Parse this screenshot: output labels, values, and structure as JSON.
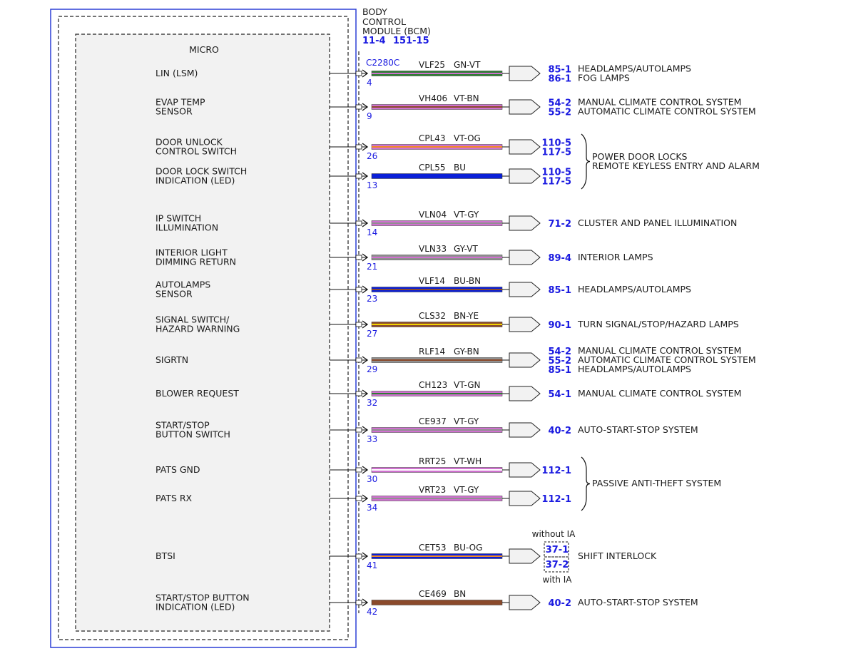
{
  "module": {
    "title_lines": [
      "BODY",
      "CONTROL",
      "MODULE (BCM)"
    ],
    "refs": [
      "11-4",
      "151-15"
    ],
    "micro_label": "MICRO",
    "connector": "C2280C"
  },
  "colors": {
    "border_blue": "#2b3fd6",
    "ref_blue": "#1a1ae0",
    "panel_fill": "#f2f2f2",
    "GN": "#2e7d32",
    "VT": "#d070d0",
    "BN": "#8b4a2b",
    "OG": "#f08a24",
    "BU": "#0a1fd8",
    "GY": "#909090",
    "YE": "#f2d400",
    "WH": "#ffffff"
  },
  "circuits": [
    {
      "name": [
        "LIN (LSM)"
      ],
      "pin": "4",
      "wire": "VLF25",
      "color": "GN-VT",
      "refs": [
        "85-1",
        "86-1"
      ],
      "dests": [
        "HEADLAMPS/AUTOLAMPS",
        "FOG LAMPS"
      ]
    },
    {
      "name": [
        "EVAP TEMP",
        "SENSOR"
      ],
      "pin": "9",
      "wire": "VH406",
      "color": "VT-BN",
      "refs": [
        "54-2",
        "55-2"
      ],
      "dests": [
        "MANUAL CLIMATE CONTROL SYSTEM",
        "AUTOMATIC CLIMATE CONTROL SYSTEM"
      ]
    },
    {
      "name": [
        "DOOR UNLOCK",
        "CONTROL SWITCH"
      ],
      "pin": "26",
      "wire": "CPL43",
      "color": "VT-OG",
      "refs": [
        "110-5",
        "117-5"
      ],
      "dests": []
    },
    {
      "name": [
        "DOOR LOCK SWITCH",
        "INDICATION (LED)"
      ],
      "pin": "13",
      "wire": "CPL55",
      "color": "BU",
      "refs": [
        "110-5",
        "117-5"
      ],
      "dests": []
    },
    {
      "name": [
        "IP SWITCH",
        "ILLUMINATION"
      ],
      "pin": "14",
      "wire": "VLN04",
      "color": "VT-GY",
      "refs": [
        "71-2"
      ],
      "dests": [
        "CLUSTER AND PANEL ILLUMINATION"
      ]
    },
    {
      "name": [
        "INTERIOR LIGHT",
        "DIMMING RETURN"
      ],
      "pin": "21",
      "wire": "VLN33",
      "color": "GY-VT",
      "refs": [
        "89-4"
      ],
      "dests": [
        "INTERIOR LAMPS"
      ]
    },
    {
      "name": [
        "AUTOLAMPS",
        "SENSOR"
      ],
      "pin": "23",
      "wire": "VLF14",
      "color": "BU-BN",
      "refs": [
        "85-1"
      ],
      "dests": [
        "HEADLAMPS/AUTOLAMPS"
      ]
    },
    {
      "name": [
        "SIGNAL SWITCH/",
        "HAZARD WARNING"
      ],
      "pin": "27",
      "wire": "CLS32",
      "color": "BN-YE",
      "refs": [
        "90-1"
      ],
      "dests": [
        "TURN SIGNAL/STOP/HAZARD LAMPS"
      ]
    },
    {
      "name": [
        "SIGRTN"
      ],
      "pin": "29",
      "wire": "RLF14",
      "color": "GY-BN",
      "refs": [
        "54-2",
        "55-2",
        "85-1"
      ],
      "dests": [
        "MANUAL CLIMATE CONTROL SYSTEM",
        "AUTOMATIC CLIMATE CONTROL SYSTEM",
        "HEADLAMPS/AUTOLAMPS"
      ]
    },
    {
      "name": [
        "BLOWER REQUEST"
      ],
      "pin": "32",
      "wire": "CH123",
      "color": "VT-GN",
      "refs": [
        "54-1"
      ],
      "dests": [
        "MANUAL CLIMATE CONTROL SYSTEM"
      ]
    },
    {
      "name": [
        "START/STOP",
        "BUTTON SWITCH"
      ],
      "pin": "33",
      "wire": "CE937",
      "color": "VT-GY",
      "refs": [
        "40-2"
      ],
      "dests": [
        "AUTO-START-STOP SYSTEM"
      ]
    },
    {
      "name": [
        "PATS GND"
      ],
      "pin": "30",
      "wire": "RRT25",
      "color": "VT-WH",
      "refs": [
        "112-1"
      ],
      "dests": []
    },
    {
      "name": [
        "PATS RX"
      ],
      "pin": "34",
      "wire": "VRT23",
      "color": "VT-GY",
      "refs": [
        "112-1"
      ],
      "dests": []
    },
    {
      "name": [
        "BTSI"
      ],
      "pin": "41",
      "wire": "CET53",
      "color": "BU-OG",
      "refs": [],
      "dests": [
        "SHIFT INTERLOCK"
      ]
    },
    {
      "name": [
        "START/STOP BUTTON",
        "INDICATION (LED)"
      ],
      "pin": "42",
      "wire": "CE469",
      "color": "BN",
      "refs": [
        "40-2"
      ],
      "dests": [
        "AUTO-START-STOP SYSTEM"
      ]
    }
  ],
  "groups": [
    {
      "lines": [
        "POWER DOOR LOCKS",
        "REMOTE KEYLESS ENTRY AND ALARM"
      ]
    },
    {
      "lines": [
        "PASSIVE ANTI-THEFT SYSTEM"
      ]
    }
  ],
  "btsi_options": {
    "without_label": "without IA",
    "without_ref": "37-1",
    "with_ref": "37-2",
    "with_label": "with IA"
  }
}
